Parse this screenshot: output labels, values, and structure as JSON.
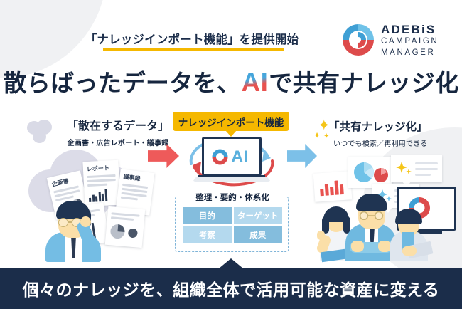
{
  "header": {
    "subtitle": "「ナレッジインポート機能」を提供開始",
    "headline_part1": "散らばったデータを、",
    "headline_ai": "AI",
    "headline_part2": "で共有ナレッジ化"
  },
  "logo": {
    "line1": "ADEBiS",
    "line2": "CAMPAIGN",
    "line3": "MANAGER",
    "mark_name": "adebis-swirl-logo"
  },
  "left_section": {
    "title": "「散在するデータ」",
    "subtitle": "企画書・広告レポート・議事録",
    "documents": [
      {
        "label": "企画書"
      },
      {
        "label": "レポート"
      },
      {
        "label": "議事録"
      }
    ]
  },
  "center_section": {
    "badge": "ナレッジインポート機能",
    "laptop_label": "AI",
    "feature_title": "整理・要約・体系化",
    "feature_cells": [
      {
        "label": "目的",
        "tone": "dark"
      },
      {
        "label": "ターゲット",
        "tone": "light"
      },
      {
        "label": "考察",
        "tone": "light"
      },
      {
        "label": "成果",
        "tone": "dark"
      }
    ]
  },
  "right_section": {
    "title": "「共有ナレッジ化」",
    "subtitle": "いつでも検索／再利用できる"
  },
  "banner": {
    "text": "個々のナレッジを、組織全体で活用可能な資産に変える"
  },
  "colors": {
    "navy": "#1b2d4a",
    "yellow": "#f5b800",
    "red_arrow": "#ee5a5a",
    "blue_arrow": "#7cc0e8",
    "cell_dark": "#84bddd",
    "cell_light": "#b4d9ee",
    "brand_blue": "#4aa8dd",
    "brand_red": "#e8524f"
  }
}
